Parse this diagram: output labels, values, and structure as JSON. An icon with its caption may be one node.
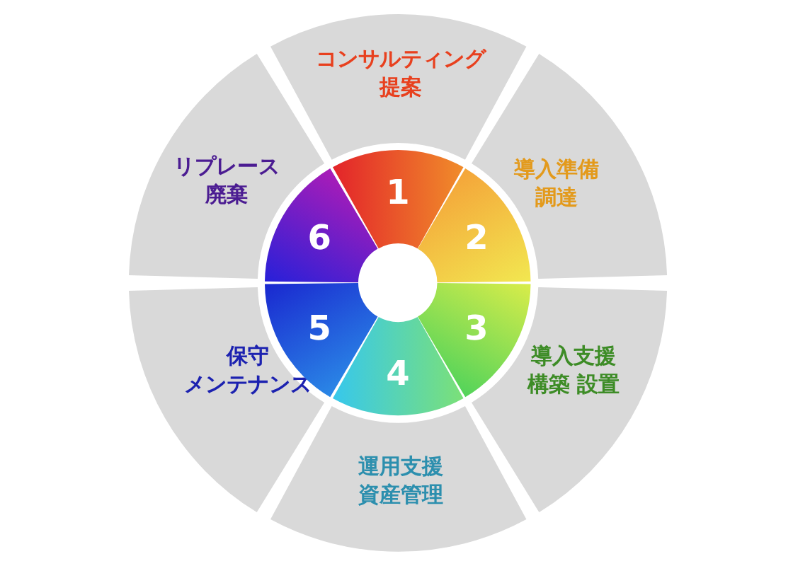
{
  "diagram": {
    "nodes": [
      {
        "text": [
          "コンサルティング",
          "提案"
        ]
      },
      {
        "text": [
          "導入準備",
          "調達"
        ]
      },
      {
        "text": [
          "導入支援",
          "構築 設置"
        ]
      },
      {
        "text": [
          "運用支援",
          "資産管理"
        ]
      },
      {
        "text": [
          "保守",
          "メンテナンス"
        ]
      },
      {
        "text": [
          "リプレース",
          "廃棄"
        ]
      },
      {
        "text": [
          "1"
        ]
      },
      {
        "text": [
          "2"
        ]
      },
      {
        "text": [
          "3"
        ]
      },
      {
        "text": [
          "4"
        ]
      },
      {
        "text": [
          "5"
        ]
      },
      {
        "text": [
          "6"
        ]
      }
    ]
  }
}
